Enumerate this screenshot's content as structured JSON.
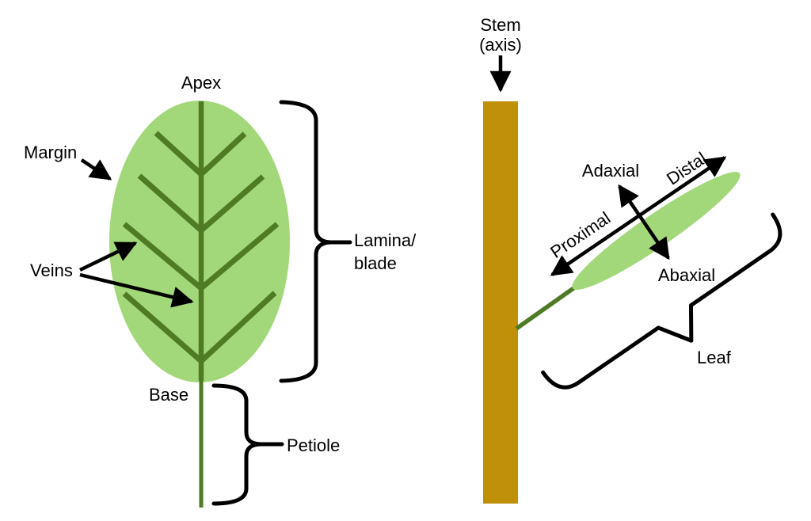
{
  "colors": {
    "leaf_fill": "#A3D87A",
    "vein": "#4E7B24",
    "stem": "#BF9008",
    "line": "#000000"
  },
  "left_diagram": {
    "apex": "Apex",
    "margin": "Margin",
    "veins": "Veins",
    "base": "Base",
    "lamina_line1": "Lamina/",
    "lamina_line2": "blade",
    "petiole": "Petiole"
  },
  "right_diagram": {
    "stem_line1": "Stem",
    "stem_line2": "(axis)",
    "adaxial": "Adaxial",
    "distal": "Distal",
    "proximal": "Proximal",
    "abaxial": "Abaxial",
    "leaf": "Leaf"
  }
}
